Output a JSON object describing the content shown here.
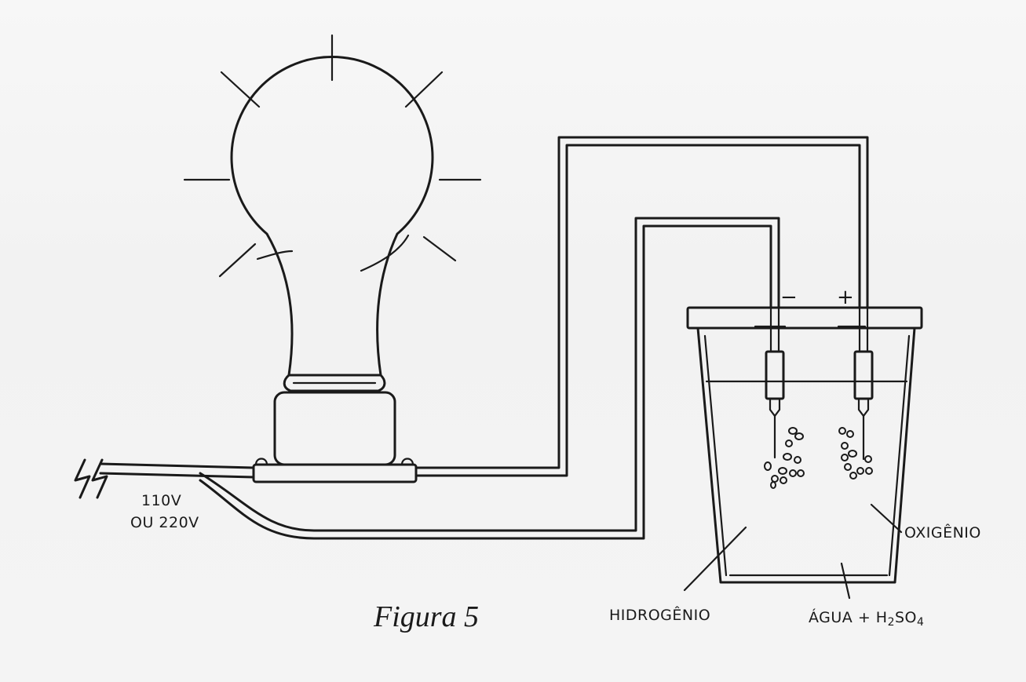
{
  "caption": "Figura 5",
  "voltage": {
    "line1": "110V",
    "line2": "OU 220V"
  },
  "electrodes": {
    "negative": "−",
    "positive": "+"
  },
  "labels": {
    "hydrogen": "HIDROGÊNIO",
    "oxygen": "OXIGÊNIO",
    "solution_prefix": "ÁGUA + H",
    "solution_sub1": "2",
    "solution_mid": "SO",
    "solution_sub2": "4"
  }
}
